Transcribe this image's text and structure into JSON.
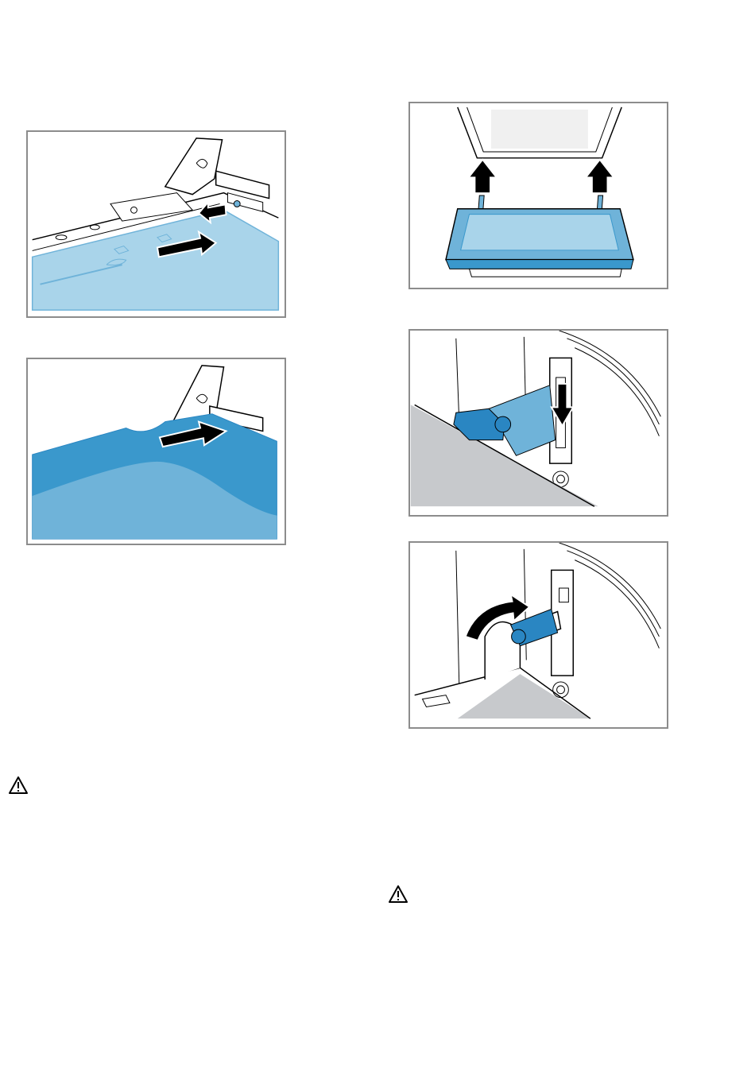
{
  "figures": [
    {
      "id": "fig-1",
      "icon": "glass-pane-clip-slide-illustration"
    },
    {
      "id": "fig-2",
      "icon": "glass-pane-push-in-illustration"
    },
    {
      "id": "fig-3",
      "icon": "door-lift-onto-hinges-illustration"
    },
    {
      "id": "fig-4",
      "icon": "hinge-lever-lowered-illustration"
    },
    {
      "id": "fig-5",
      "icon": "hinge-lever-raised-illustration"
    }
  ],
  "warnings": [
    {
      "icon": "warning-triangle-icon"
    },
    {
      "icon": "warning-triangle-icon"
    }
  ],
  "colors": {
    "border": "#8c8c8c",
    "glass_light": "#a9d4ea",
    "glass_mid": "#6fb3d9",
    "glass_dark": "#3a98cc",
    "hinge_blue": "#2a86c2",
    "floor_grey": "#c7c9cc",
    "arrow": "#000000"
  }
}
